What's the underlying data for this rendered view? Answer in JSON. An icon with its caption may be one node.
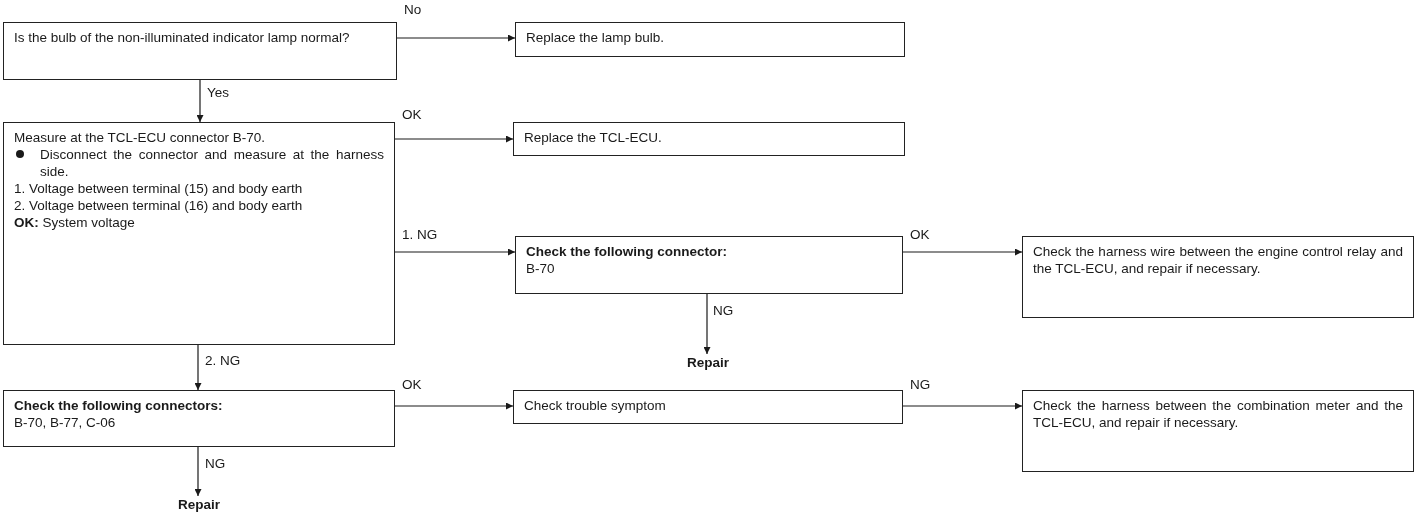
{
  "diagram": {
    "nodes": [
      {
        "text": [
          "Is the bulb of the non-illuminated indicator lamp normal?"
        ]
      },
      {
        "text": [
          "Replace the lamp bulb."
        ]
      },
      {
        "text": [
          "Measure at the TCL-ECU connector B-70.",
          "Disconnect the connector and measure at the harness side.",
          "1. Voltage between terminal (15) and body earth",
          "2. Voltage between terminal (16) and body earth",
          "**OK:** System voltage"
        ]
      },
      {
        "text": [
          "Replace the TCL-ECU."
        ]
      },
      {
        "text": [
          "Check the following connector:",
          "B-70"
        ]
      },
      {
        "text": [
          "Check the harness wire between the engine control relay and the TCL-ECU, and repair if necessary."
        ]
      },
      {
        "text": [
          "Repair"
        ]
      },
      {
        "text": [
          "Check the following connectors:",
          "B-70, B-77, C-06"
        ]
      },
      {
        "text": [
          "Check trouble symptom"
        ]
      },
      {
        "text": [
          "Check the harness between the combination meter and the TCL-ECU, and repair if necessary."
        ]
      },
      {
        "text": [
          "Repair"
        ]
      }
    ],
    "edges": [
      {
        "from": 0,
        "to": 1,
        "arrow": "to",
        "label": "No"
      },
      {
        "from": 0,
        "to": 2,
        "arrow": "to",
        "label": "Yes"
      },
      {
        "from": 2,
        "to": 3,
        "arrow": "to",
        "label": "OK"
      },
      {
        "from": 2,
        "to": 4,
        "arrow": "to",
        "label": "1. NG"
      },
      {
        "from": 4,
        "to": 5,
        "arrow": "to",
        "label": "OK"
      },
      {
        "from": 4,
        "to": 6,
        "arrow": "to",
        "label": "NG"
      },
      {
        "from": 2,
        "to": 7,
        "arrow": "to",
        "label": "2. NG"
      },
      {
        "from": 7,
        "to": 8,
        "arrow": "to",
        "label": "OK"
      },
      {
        "from": 8,
        "to": 9,
        "arrow": "to",
        "label": "NG"
      },
      {
        "from": 7,
        "to": 10,
        "arrow": "to",
        "label": "NG"
      }
    ]
  }
}
